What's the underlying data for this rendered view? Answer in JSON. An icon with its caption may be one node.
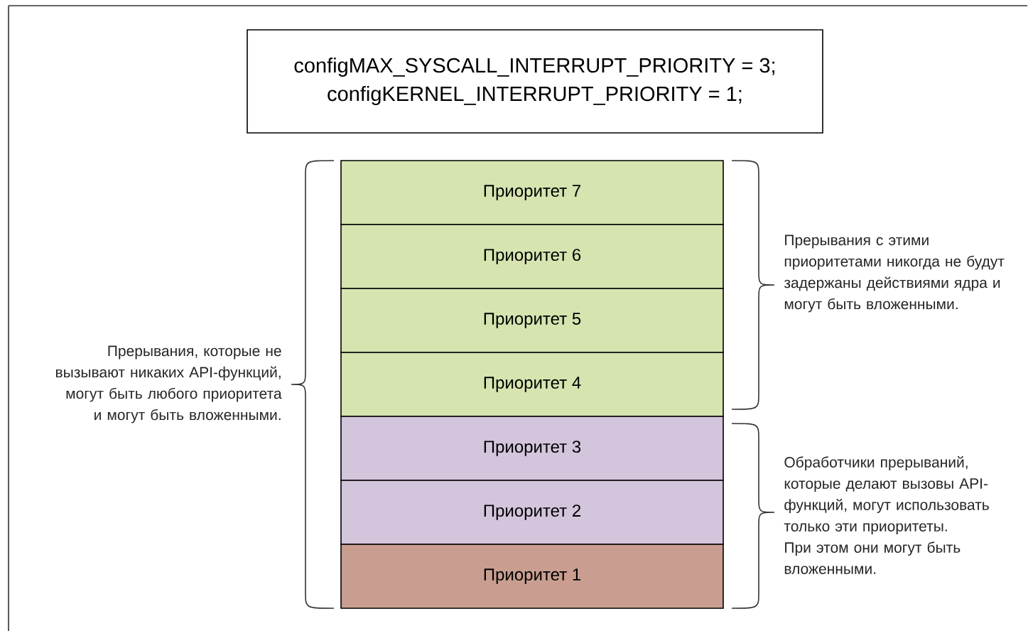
{
  "diagram": {
    "nodes": [
      {
        "text": [
          "configMAX_SYSCALL_INTERRUPT_PRIORITY = 3;",
          "configKERNEL_INTERRUPT_PRIORITY = 1;"
        ]
      },
      {
        "text": [
          "Приоритет 7"
        ]
      },
      {
        "text": [
          "Приоритет 6"
        ]
      },
      {
        "text": [
          "Приоритет 5"
        ]
      },
      {
        "text": [
          "Приоритет 4"
        ]
      },
      {
        "text": [
          "Приоритет 3"
        ]
      },
      {
        "text": [
          "Приоритет 2"
        ]
      },
      {
        "text": [
          "Приоритет 1"
        ]
      }
    ],
    "labels": [
      "Прерывания, которые не вызывают никаких API-функций, могут быть любого приоритета и могут быть вложенными.",
      "Прерывания с этими приоритетами никогда не будут задержаны действиями ядра и могут быть вложенными.",
      "Обработчики прерываний, которые делают вызовы API-функций, могут использовать только эти приоритеты. При этом они могут быть вложенными."
    ]
  }
}
